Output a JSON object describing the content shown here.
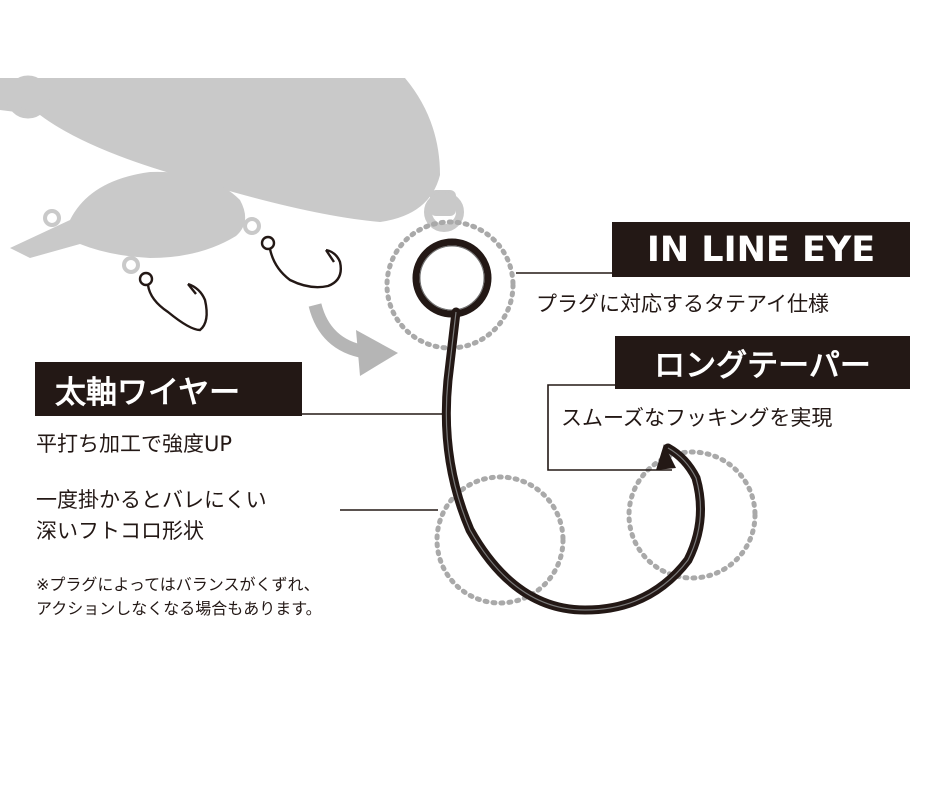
{
  "features": {
    "inline_eye": {
      "title": "IN LINE EYE",
      "description": "プラグに対応するタテアイ仕様"
    },
    "long_taper": {
      "title": "ロングテーパー",
      "description": "スムーズなフッキングを実現"
    },
    "thick_wire": {
      "title": "太軸ワイヤー",
      "description": "平打ち加工で強度UP"
    },
    "deep_throat": {
      "line1": "一度掛かるとバレにくい",
      "line2": "深いフトコロ形状"
    }
  },
  "note": {
    "line1": "※プラグによってはバランスがくずれ、",
    "line2": "アクションしなくなる場合もあります。"
  },
  "colors": {
    "ink": "#231815",
    "lure_gray": "#c9c9c9",
    "arrow_gray": "#b5b5b5",
    "dotted_circle": "#a9a9a9"
  }
}
